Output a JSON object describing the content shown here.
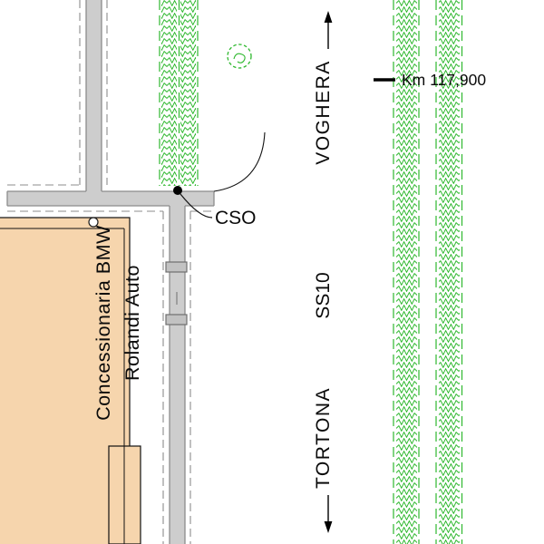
{
  "labels": {
    "dealer": {
      "line1": "Concessionaria BMW",
      "line2": "Rolandi Auto"
    },
    "junction": "CSO",
    "direction_north": "VOGHERA",
    "road_name": "SS10",
    "direction_south": "TORTONA",
    "km_marker": "Km 117,900"
  },
  "colors": {
    "vegetation": "#2eb82e",
    "road_fill": "#cdcdcd",
    "road_line": "#8c8c8c",
    "building_fill": "#f6d5ad",
    "ink": "#111111"
  }
}
